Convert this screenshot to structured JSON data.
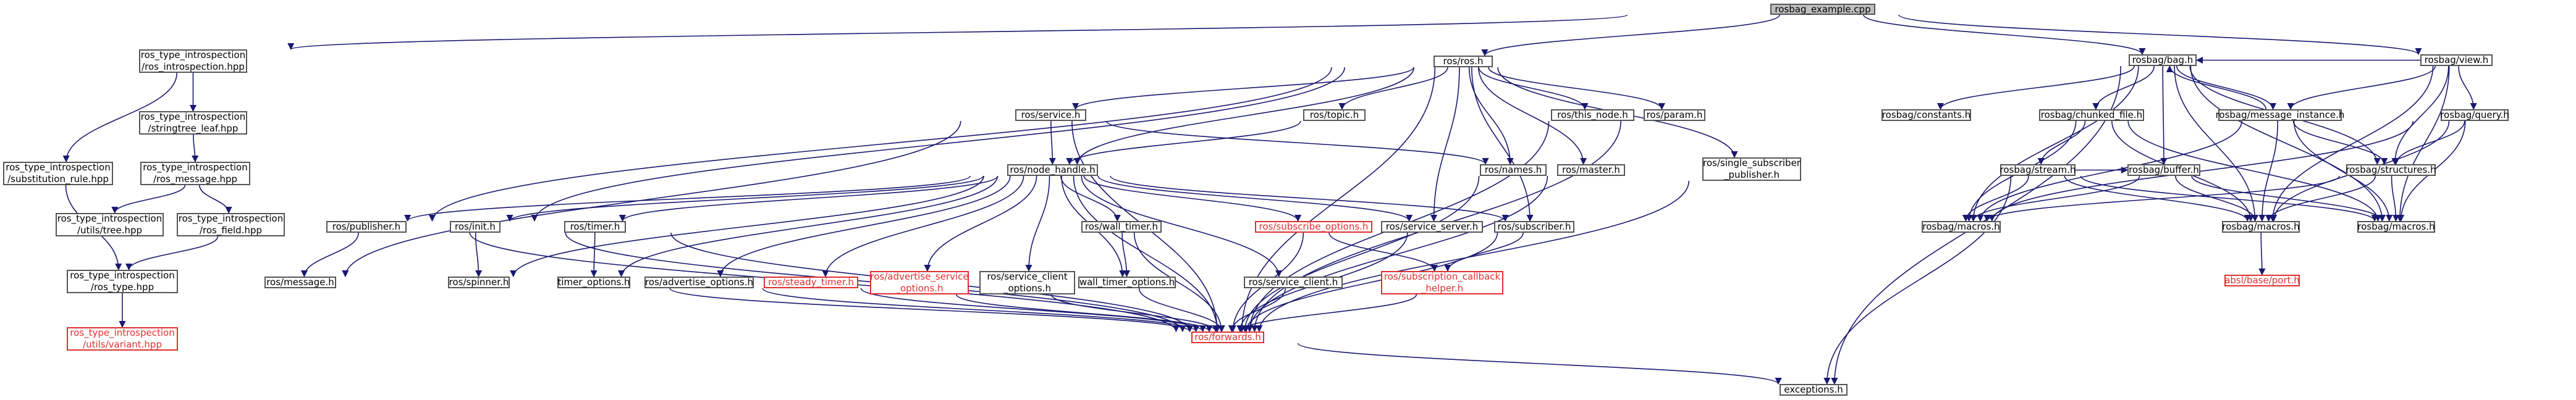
{
  "diagram": {
    "edge_color": "#191970",
    "node_border_color": "#555555",
    "missing_node_color": "#e03030",
    "root_fill_color": "#bfbfbf",
    "nodes": [
      {
        "id": "rosbag_example",
        "lines": [
          "rosbag_example.cpp"
        ],
        "root": true
      },
      {
        "id": "rti_main",
        "lines": [
          "ros_type_introspection",
          "/ros_introspection.hpp"
        ]
      },
      {
        "id": "ros_ros",
        "lines": [
          "ros/ros.h"
        ]
      },
      {
        "id": "rosbag_bag",
        "lines": [
          "rosbag/bag.h"
        ]
      },
      {
        "id": "rosbag_view",
        "lines": [
          "rosbag/view.h"
        ]
      },
      {
        "id": "rti_stringtree",
        "lines": [
          "ros_type_introspection",
          "/stringtree_leaf.hpp"
        ]
      },
      {
        "id": "rti_subst",
        "lines": [
          "ros_type_introspection",
          "/substitution_rule.hpp"
        ]
      },
      {
        "id": "rti_msg",
        "lines": [
          "ros_type_introspection",
          "/ros_message.hpp"
        ]
      },
      {
        "id": "rti_tree",
        "lines": [
          "ros_type_introspection",
          "/utils/tree.hpp"
        ]
      },
      {
        "id": "rti_field",
        "lines": [
          "ros_type_introspection",
          "/ros_field.hpp"
        ]
      },
      {
        "id": "rti_type",
        "lines": [
          "ros_type_introspection",
          "/ros_type.hpp"
        ]
      },
      {
        "id": "rti_variant",
        "lines": [
          "ros_type_introspection",
          "/utils/variant.hpp"
        ],
        "missing": true
      },
      {
        "id": "ros_service",
        "lines": [
          "ros/service.h"
        ]
      },
      {
        "id": "ros_topic",
        "lines": [
          "ros/topic.h"
        ]
      },
      {
        "id": "ros_this_node",
        "lines": [
          "ros/this_node.h"
        ]
      },
      {
        "id": "ros_param",
        "lines": [
          "ros/param.h"
        ]
      },
      {
        "id": "ros_names",
        "lines": [
          "ros/names.h"
        ]
      },
      {
        "id": "ros_master",
        "lines": [
          "ros/master.h"
        ]
      },
      {
        "id": "ros_single_sub",
        "lines": [
          "ros/single_subscriber",
          "_publisher.h"
        ]
      },
      {
        "id": "ros_node_handle",
        "lines": [
          "ros/node_handle.h"
        ]
      },
      {
        "id": "ros_publisher",
        "lines": [
          "ros/publisher.h"
        ]
      },
      {
        "id": "ros_init",
        "lines": [
          "ros/init.h"
        ]
      },
      {
        "id": "ros_timer",
        "lines": [
          "ros/timer.h"
        ]
      },
      {
        "id": "ros_wall_timer",
        "lines": [
          "ros/wall_timer.h"
        ]
      },
      {
        "id": "ros_subscribe_options",
        "lines": [
          "ros/subscribe_options.h"
        ],
        "missing": true
      },
      {
        "id": "ros_service_server",
        "lines": [
          "ros/service_server.h"
        ]
      },
      {
        "id": "ros_subscriber",
        "lines": [
          "ros/subscriber.h"
        ]
      },
      {
        "id": "ros_message",
        "lines": [
          "ros/message.h"
        ]
      },
      {
        "id": "ros_spinner",
        "lines": [
          "ros/spinner.h"
        ]
      },
      {
        "id": "timer_options",
        "lines": [
          "timer_options.h"
        ]
      },
      {
        "id": "ros_adv_options",
        "lines": [
          "ros/advertise_options.h"
        ]
      },
      {
        "id": "ros_steady_timer",
        "lines": [
          "ros/steady_timer.h"
        ],
        "missing": true
      },
      {
        "id": "ros_adv_service",
        "lines": [
          "ros/advertise_service",
          "_options.h"
        ],
        "missing": true
      },
      {
        "id": "ros_service_client_opts",
        "lines": [
          "ros/service_client",
          "_options.h"
        ]
      },
      {
        "id": "wall_timer_options",
        "lines": [
          "wall_timer_options.h"
        ]
      },
      {
        "id": "ros_service_client",
        "lines": [
          "ros/service_client.h"
        ]
      },
      {
        "id": "ros_sub_callback",
        "lines": [
          "ros/subscription_callback",
          "_helper.h"
        ],
        "missing": true
      },
      {
        "id": "ros_forwards",
        "lines": [
          "ros/forwards.h"
        ],
        "missing": true
      },
      {
        "id": "exceptions",
        "lines": [
          "exceptions.h"
        ]
      },
      {
        "id": "rosbag_constants",
        "lines": [
          "rosbag/constants.h"
        ]
      },
      {
        "id": "rosbag_chunked",
        "lines": [
          "rosbag/chunked_file.h"
        ]
      },
      {
        "id": "rosbag_msg_instance",
        "lines": [
          "rosbag/message_instance.h"
        ]
      },
      {
        "id": "rosbag_query",
        "lines": [
          "rosbag/query.h"
        ]
      },
      {
        "id": "rosbag_stream",
        "lines": [
          "rosbag/stream.h"
        ]
      },
      {
        "id": "rosbag_buffer",
        "lines": [
          "rosbag/buffer.h"
        ]
      },
      {
        "id": "rosbag_structures",
        "lines": [
          "rosbag/structures.h"
        ]
      },
      {
        "id": "rosbag_macros_a",
        "lines": [
          "rosbag/macros.h"
        ]
      },
      {
        "id": "rosbag_macros_b",
        "lines": [
          "rosbag/macros.h"
        ]
      },
      {
        "id": "rosbag_macros_c",
        "lines": [
          "rosbag/macros.h"
        ]
      },
      {
        "id": "absl_port",
        "lines": [
          "absl/base/port.h"
        ],
        "missing": true
      }
    ],
    "edges": [
      [
        "rosbag_example",
        "rti_main"
      ],
      [
        "rosbag_example",
        "ros_ros"
      ],
      [
        "rosbag_example",
        "rosbag_bag"
      ],
      [
        "rosbag_example",
        "rosbag_view"
      ],
      [
        "rti_main",
        "rti_stringtree"
      ],
      [
        "rti_main",
        "rti_subst"
      ],
      [
        "rti_stringtree",
        "rti_msg"
      ],
      [
        "rti_msg",
        "rti_tree"
      ],
      [
        "rti_msg",
        "rti_field"
      ],
      [
        "rti_field",
        "rti_type"
      ],
      [
        "rti_subst",
        "rti_type"
      ],
      [
        "rti_type",
        "rti_variant"
      ],
      [
        "ros_ros",
        "ros_service"
      ],
      [
        "ros_ros",
        "ros_topic"
      ],
      [
        "ros_ros",
        "ros_this_node"
      ],
      [
        "ros_ros",
        "ros_param"
      ],
      [
        "ros_ros",
        "ros_names"
      ],
      [
        "ros_ros",
        "ros_master"
      ],
      [
        "ros_ros",
        "ros_single_sub"
      ],
      [
        "ros_ros",
        "ros_node_handle"
      ],
      [
        "ros_ros",
        "ros_publisher"
      ],
      [
        "ros_ros",
        "ros_init"
      ],
      [
        "ros_ros",
        "ros_service_server"
      ],
      [
        "ros_ros",
        "ros_subscriber"
      ],
      [
        "ros_ros",
        "ros_forwards"
      ],
      [
        "ros_service",
        "ros_node_handle"
      ],
      [
        "ros_service",
        "ros_names"
      ],
      [
        "ros_service",
        "ros_message"
      ],
      [
        "ros_service",
        "ros_forwards"
      ],
      [
        "ros_topic",
        "ros_node_handle"
      ],
      [
        "ros_this_node",
        "ros_forwards"
      ],
      [
        "ros_param",
        "ros_forwards"
      ],
      [
        "ros_names",
        "ros_forwards"
      ],
      [
        "ros_master",
        "ros_forwards"
      ],
      [
        "ros_single_sub",
        "ros_forwards"
      ],
      [
        "ros_node_handle",
        "ros_publisher"
      ],
      [
        "ros_node_handle",
        "ros_init"
      ],
      [
        "ros_node_handle",
        "ros_timer"
      ],
      [
        "ros_node_handle",
        "ros_wall_timer"
      ],
      [
        "ros_node_handle",
        "ros_subscribe_options"
      ],
      [
        "ros_node_handle",
        "ros_service_server"
      ],
      [
        "ros_node_handle",
        "ros_subscriber"
      ],
      [
        "ros_node_handle",
        "ros_spinner"
      ],
      [
        "ros_node_handle",
        "timer_options"
      ],
      [
        "ros_node_handle",
        "ros_adv_options"
      ],
      [
        "ros_node_handle",
        "ros_steady_timer"
      ],
      [
        "ros_node_handle",
        "ros_adv_service"
      ],
      [
        "ros_node_handle",
        "ros_service_client_opts"
      ],
      [
        "ros_node_handle",
        "wall_timer_options"
      ],
      [
        "ros_node_handle",
        "ros_service_client"
      ],
      [
        "ros_node_handle",
        "ros_forwards"
      ],
      [
        "ros_publisher",
        "ros_message"
      ],
      [
        "ros_publisher",
        "ros_forwards"
      ],
      [
        "ros_init",
        "ros_spinner"
      ],
      [
        "ros_init",
        "ros_forwards"
      ],
      [
        "ros_timer",
        "timer_options"
      ],
      [
        "ros_timer",
        "ros_forwards"
      ],
      [
        "ros_wall_timer",
        "wall_timer_options"
      ],
      [
        "ros_wall_timer",
        "ros_forwards"
      ],
      [
        "ros_subscribe_options",
        "ros_sub_callback"
      ],
      [
        "ros_subscribe_options",
        "ros_forwards"
      ],
      [
        "ros_service_server",
        "ros_forwards"
      ],
      [
        "ros_subscriber",
        "ros_sub_callback"
      ],
      [
        "ros_subscriber",
        "ros_forwards"
      ],
      [
        "ros_sub_callback",
        "ros_forwards"
      ],
      [
        "timer_options",
        "ros_forwards"
      ],
      [
        "ros_adv_options",
        "ros_forwards"
      ],
      [
        "ros_steady_timer",
        "ros_forwards"
      ],
      [
        "ros_adv_service",
        "ros_forwards"
      ],
      [
        "ros_service_client_opts",
        "ros_forwards"
      ],
      [
        "wall_timer_options",
        "ros_forwards"
      ],
      [
        "ros_service_client",
        "ros_forwards"
      ],
      [
        "ros_forwards",
        "exceptions"
      ],
      [
        "rosbag_bag",
        "rosbag_constants"
      ],
      [
        "rosbag_bag",
        "rosbag_chunked"
      ],
      [
        "rosbag_bag",
        "rosbag_msg_instance"
      ],
      [
        "rosbag_bag",
        "rosbag_buffer"
      ],
      [
        "rosbag_bag",
        "rosbag_structures"
      ],
      [
        "rosbag_bag",
        "rosbag_macros_a"
      ],
      [
        "rosbag_bag",
        "rosbag_macros_b"
      ],
      [
        "rosbag_bag",
        "rosbag_macros_c"
      ],
      [
        "rosbag_bag",
        "exceptions"
      ],
      [
        "rosbag_view",
        "rosbag_bag"
      ],
      [
        "rosbag_view",
        "rosbag_msg_instance"
      ],
      [
        "rosbag_view",
        "rosbag_query"
      ],
      [
        "rosbag_view",
        "rosbag_structures"
      ],
      [
        "rosbag_view",
        "rosbag_macros_b"
      ],
      [
        "rosbag_view",
        "rosbag_macros_c"
      ],
      [
        "rosbag_msg_instance",
        "rosbag_bag"
      ],
      [
        "rosbag_msg_instance",
        "rosbag_structures"
      ],
      [
        "rosbag_msg_instance",
        "rosbag_macros_a"
      ],
      [
        "rosbag_msg_instance",
        "rosbag_macros_b"
      ],
      [
        "rosbag_msg_instance",
        "rosbag_macros_c"
      ],
      [
        "rosbag_query",
        "rosbag_structures"
      ],
      [
        "rosbag_query",
        "rosbag_macros_a"
      ],
      [
        "rosbag_query",
        "rosbag_macros_b"
      ],
      [
        "rosbag_query",
        "rosbag_macros_c"
      ],
      [
        "rosbag_chunked",
        "rosbag_stream"
      ],
      [
        "rosbag_chunked",
        "rosbag_macros_a"
      ],
      [
        "rosbag_chunked",
        "rosbag_macros_b"
      ],
      [
        "rosbag_chunked",
        "rosbag_macros_c"
      ],
      [
        "rosbag_stream",
        "rosbag_buffer"
      ],
      [
        "rosbag_stream",
        "rosbag_macros_a"
      ],
      [
        "rosbag_stream",
        "rosbag_macros_b"
      ],
      [
        "rosbag_stream",
        "rosbag_macros_c"
      ],
      [
        "rosbag_stream",
        "exceptions"
      ],
      [
        "rosbag_buffer",
        "rosbag_macros_a"
      ],
      [
        "rosbag_buffer",
        "rosbag_macros_b"
      ],
      [
        "rosbag_buffer",
        "rosbag_macros_c"
      ],
      [
        "rosbag_structures",
        "rosbag_macros_a"
      ],
      [
        "rosbag_structures",
        "rosbag_macros_b"
      ],
      [
        "rosbag_structures",
        "rosbag_macros_c"
      ],
      [
        "rosbag_macros_b",
        "absl_port"
      ]
    ]
  }
}
